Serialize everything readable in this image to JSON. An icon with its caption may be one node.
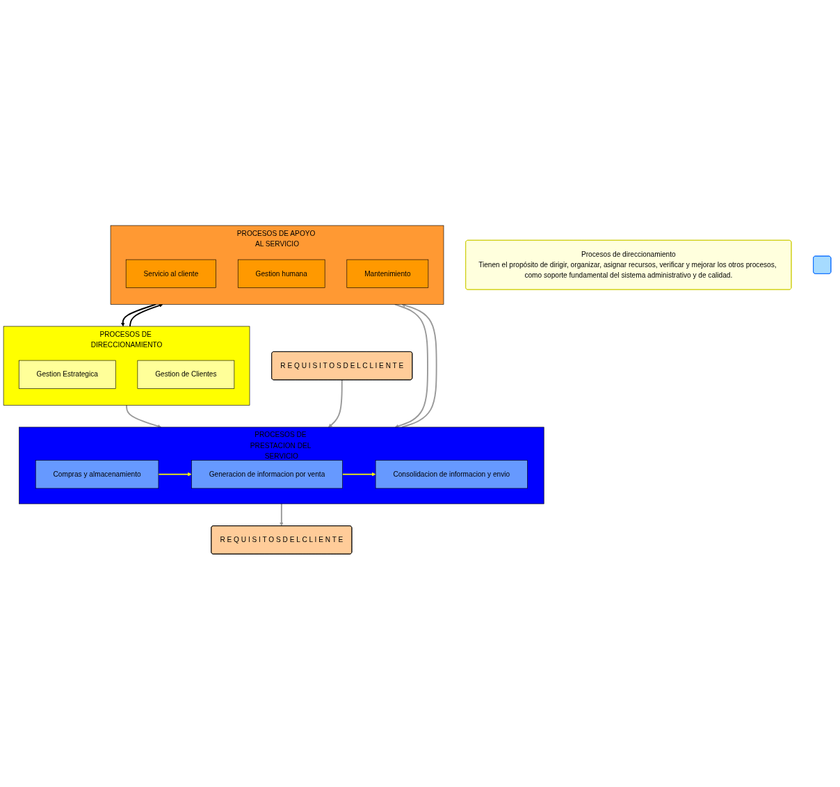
{
  "diagram": {
    "nodes": [
      {
        "text": [
          "Procesos de direccionamiento",
          "Tienen el propósito de dirigir, organizar, asignar recursos, verificar y mejorar los otros procesos, como soporte fundamental del sistema administrativo y de calidad."
        ]
      },
      {
        "text": [],
        "shape": "box"
      },
      {
        "text": [
          "R E Q U I S I T O S D E L C L I E N T E"
        ]
      },
      {
        "text": [
          "PROCESOS DE DIRECCIONAMIENTO"
        ]
      },
      {
        "text": [
          "Gestion Estrategica"
        ],
        "in": 3
      },
      {
        "text": [
          "Gestion de Clientes"
        ],
        "in": 3
      },
      {
        "text": [
          "PROCESOS DE PRESTACION DEL SERVICIO"
        ]
      },
      {
        "text": [
          "Compras y almacenamiento"
        ],
        "in": 6
      },
      {
        "text": [
          "Generacion de informacion por venta"
        ],
        "in": 6
      },
      {
        "text": [
          "Consolidacion de informacion y envio"
        ],
        "in": 6
      },
      {
        "text": [
          "PROCESOS DE APOYO AL SERVICIO"
        ]
      },
      {
        "text": [
          "Servicio al cliente"
        ],
        "in": 10
      },
      {
        "text": [
          "Gestion humana"
        ],
        "in": 10
      },
      {
        "text": [
          "Mantenimiento"
        ],
        "in": 10
      },
      {
        "text": [
          "R E Q U I S I T O S D E L C L I E N T E"
        ]
      }
    ],
    "edges": [
      {
        "from": 3,
        "to": 6,
        "arrow": "to"
      },
      {
        "from": 2,
        "to": 6,
        "arrow": "to"
      },
      {
        "from": 7,
        "to": 8,
        "arrow": "to",
        "color": "#ffff00"
      },
      {
        "from": 8,
        "to": 9,
        "arrow": "to",
        "color": "#ffff00"
      },
      {
        "from": 6,
        "to": 14,
        "arrow": "to"
      },
      {
        "from": 10,
        "to": 6,
        "arrow": "to"
      },
      {
        "from": 6,
        "to": 10,
        "arrow": "to"
      },
      {
        "from": 3,
        "to": 10,
        "arrow": "to",
        "color": "#000000"
      },
      {
        "from": 10,
        "to": 3,
        "arrow": "to",
        "color": "#000000"
      }
    ]
  }
}
